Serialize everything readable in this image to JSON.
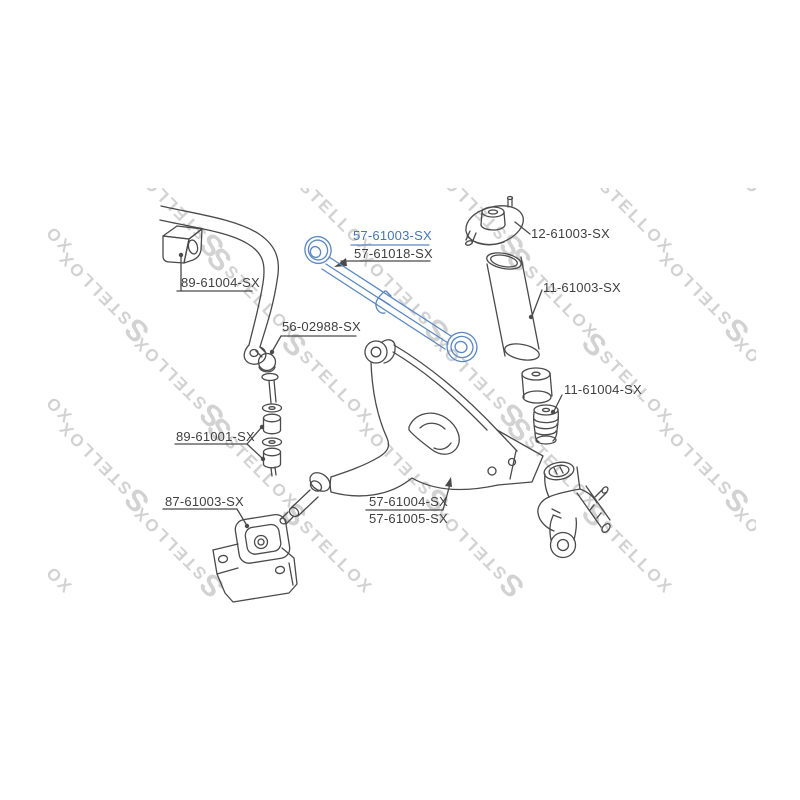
{
  "watermark": {
    "logo_glyph": "S",
    "text": "STELLOX",
    "color": "#d2d2d2"
  },
  "colors": {
    "line": "#4a4a4a",
    "label_text": "#3f3f3f",
    "highlight_text": "#4677b4",
    "highlight_stroke": "#5b87c0",
    "background": "#ffffff"
  },
  "labels": {
    "l57_61003": "57-61003-SX",
    "l57_61018": "57-61018-SX",
    "l12_61003": "12-61003-SX",
    "l11_61003": "11-61003-SX",
    "l89_61004": "89-61004-SX",
    "l56_02988": "56-02988-SX",
    "l11_61004": "11-61004-SX",
    "l89_61001": "89-61001-SX",
    "l87_61003": "87-61003-SX",
    "l57_61004": "57-61004-SX",
    "l57_61005": "57-61005-SX"
  }
}
